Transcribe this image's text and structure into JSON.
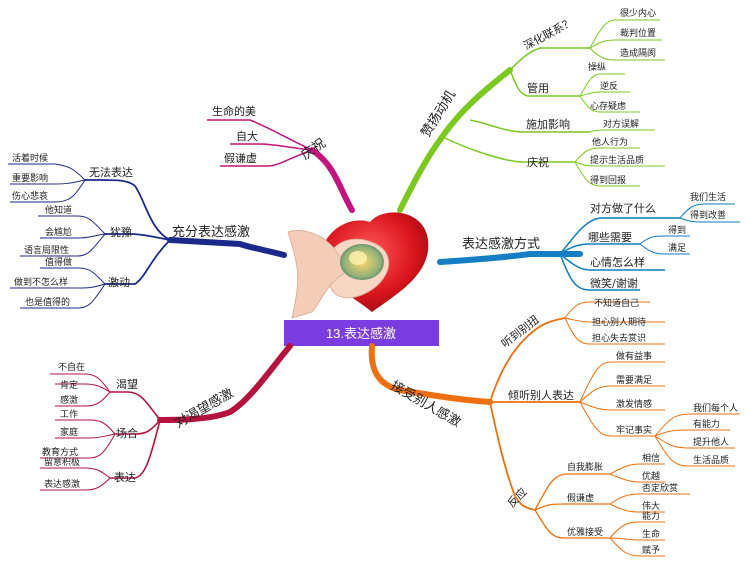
{
  "center": {
    "title": "13.表达感激",
    "image": "heart-hands-gift"
  },
  "colors": {
    "magenta": "#c2157d",
    "green": "#7bc920",
    "blue": "#1b2a8a",
    "teal": "#137ec3",
    "crimson": "#b5133e",
    "orange": "#ef7010",
    "center_box": "#7b3ce0"
  },
  "branches": {
    "celebrate": {
      "label": "庆祝",
      "children": [
        "生命的美",
        "自大",
        "假谦虚"
      ]
    },
    "praise": {
      "label": "赞扬动机",
      "groups": [
        {
          "label": "深化联系？",
          "children": [
            "很少内心",
            "裁判位置",
            "造成隔阂"
          ]
        },
        {
          "label": "管用",
          "children": [
            "操纵",
            "逆反",
            "心存疑虑"
          ]
        },
        {
          "label": "施加影响",
          "children": [
            "对方误解"
          ]
        },
        {
          "label": "庆祝",
          "children": [
            "他人行为",
            "提示生活品质",
            "得到回报"
          ]
        }
      ]
    },
    "fully": {
      "label": "充分表达感激",
      "groups": [
        {
          "label": "无法表达",
          "children": [
            "活着时候",
            "重要影响",
            "伤心悲哀"
          ]
        },
        {
          "label": "犹豫",
          "children": [
            "他知道",
            "会尴尬",
            "语言局限性"
          ]
        },
        {
          "label": "激动",
          "children": [
            "值得做",
            "做到不怎么样",
            "也是值得的"
          ]
        }
      ]
    },
    "way": {
      "label": "表达感激方式",
      "groups": [
        {
          "label": "对方做了什么",
          "children": [
            "我们生活",
            "得到改善"
          ]
        },
        {
          "label": "哪些需要",
          "children": [
            "得到",
            "满足"
          ]
        },
        {
          "label": "心情怎么样",
          "children": []
        },
        {
          "label": "微笑/谢谢",
          "children": []
        }
      ]
    },
    "desire": {
      "label": "对渴望感激",
      "groups": [
        {
          "label": "渴望",
          "children": [
            "不自在",
            "肯定",
            "感激"
          ]
        },
        {
          "label": "场合",
          "children": [
            "工作",
            "家庭",
            "教育方式"
          ]
        },
        {
          "label": "表达",
          "children": [
            "留意积极",
            "表达感激"
          ]
        }
      ]
    },
    "receive": {
      "label": "接受别人感激",
      "groups": [
        {
          "label": "听到别扭",
          "children": [
            "不知道自己",
            "担心别人期待",
            "担心失去赏识"
          ]
        },
        {
          "label": "倾听别人表达",
          "children": [
            "做有益事",
            "需要满足",
            "激发情感",
            "牢记事实"
          ]
        },
        {
          "label": "反应",
          "children": [
            "自我膨胀",
            "假谦虚",
            "优雅接受"
          ]
        }
      ],
      "fact_children": [
        "我们每个人",
        "有能力",
        "提升他人",
        "生活品质"
      ],
      "reaction_children": [
        "相信",
        "优越",
        "否定欣赏",
        "伟大",
        "能力",
        "生命",
        "赋予"
      ]
    }
  }
}
